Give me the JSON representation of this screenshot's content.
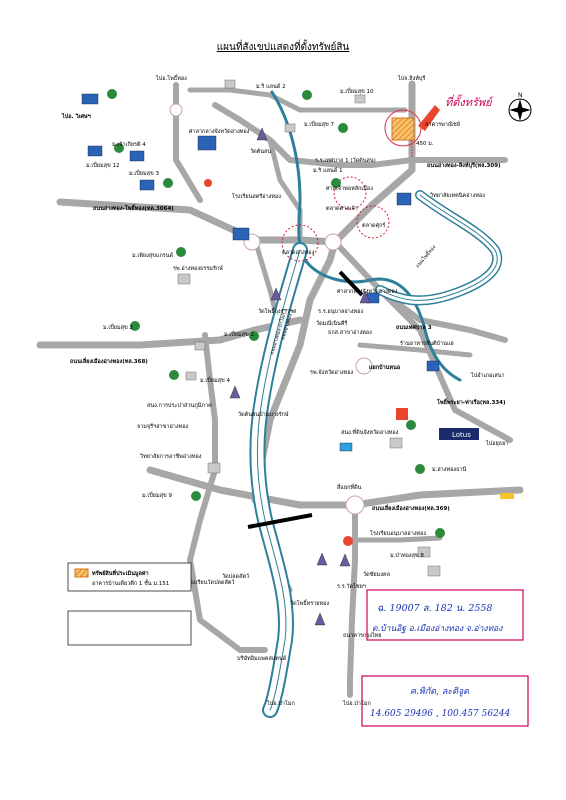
{
  "title": "แผนที่สังเขปแสดงที่ตั้งทรัพย์สิน",
  "subject_marker": {
    "label": "ที่ตั้งทรัพย์",
    "distance": "450 ม.",
    "note": "ธาคารพาณิชย์"
  },
  "roads": {
    "to_tha_chang_sing_buri": "ถนนอ่างทอง-สิงห์บุรี(ทล.309)",
    "to_pho_thong": "ถนนอ่างทอง-โพธิ์ทอง(ทล.3064)",
    "bypass_west": "ถนนเลี่ยงเมืองอ่างทอง(ทล.368)",
    "bypass_south": "ถนนเลี่ยงเมืองอ่างทอง(ทล.369)",
    "ring_3": "ถนนเทศบาล 3",
    "pa_mok": "โพธิ์พระยา-ท่าเรือ(ทล.334)",
    "yellow_road_1": "ถนนอ่างทอง-ป่าโมก 1",
    "yellow_road_2": "ถนนอ่างทอง 1",
    "route_west": "ถนนโพธิ์ทอง"
  },
  "directions": {
    "pho_thong": "ไปอ.โพธิ์ทอง",
    "wiset": "ไปอ. วิเศษฯ",
    "sing_buri": "ไปจ.สิงห์บุรี",
    "sena": "ไปอำเภอเสนา",
    "pa_mok": "ไปอ.ป่าโมก",
    "ayutthaya": "ไปอยุธยา"
  },
  "places": [
    {
      "name": "ม.ริ แลนด์ 2"
    },
    {
      "name": "ม.เปี่ยมสุข 10"
    },
    {
      "name": "ศาลากลางจังหวัดอ่างทอง"
    },
    {
      "name": "วัดต้นสน"
    },
    {
      "name": "ม.เปี่ยมสุข 7"
    },
    {
      "name": "ม.เปี่ยมสุข 12"
    },
    {
      "name": "ม.เปี่ยมสุข 3"
    },
    {
      "name": "ม.เจ้าเกียรติ 4"
    },
    {
      "name": "ร.ร.เทศบาล 1 (วัดต้นสน)"
    },
    {
      "name": "ม.ริ แลนด์ 1"
    },
    {
      "name": "ศาลเจ้าพ่อหลักเมือง"
    },
    {
      "name": "ตลาดศาลเจ้า"
    },
    {
      "name": "โรงเรียนสตรีอ่างทอง"
    },
    {
      "name": "วิทยาลัยเทคนิคอ่างทอง"
    },
    {
      "name": "ตลาดศุกร์"
    },
    {
      "name": "ตลาดอ่างทอง"
    },
    {
      "name": "ม.เพียงสุขแกรนด์"
    },
    {
      "name": "รพ.อ่างทองธรรมรักษ์"
    },
    {
      "name": "วัดโพธิ์ถุงราวาส"
    },
    {
      "name": "ศาลากลางจังหวัดอ่างทอง"
    },
    {
      "name": "ร.ร.อนุบาลอ่างทอง"
    },
    {
      "name": "ธกส.สาขาอ่างทอง"
    },
    {
      "name": "ม.เปี่ยมสุข 2"
    },
    {
      "name": "ม.เปี่ยมสุข 1"
    },
    {
      "name": "วัดมณีเนินคีรี"
    },
    {
      "name": "รพ.จังหวัดอ่างทอง"
    },
    {
      "name": "แยกบ้านหนอ"
    },
    {
      "name": "ม.เปี่ยมสุข 4"
    },
    {
      "name": "สนง.การประปาส่วนภูมิภาค"
    },
    {
      "name": "วัดต้นสนบ้านบางรักษ์"
    },
    {
      "name": "จามจุรีฯสาขาอ่างทอง"
    },
    {
      "name": "ร้านอาหารสันติบ้านแฮ"
    },
    {
      "name": "วิทยาลัยการอาชีพอ่างทอง"
    },
    {
      "name": "สนง.ที่ดินจังหวัดอ่างทอง"
    },
    {
      "name": "ม.เปี่ยมสุข 9"
    },
    {
      "name": "สี่แยกที่ดิน"
    },
    {
      "name": "ม.อ่างทองธานี"
    },
    {
      "name": "โรงเรียนอนุบาลอ่างทอง"
    },
    {
      "name": "ม.ป่าทองสุข 8"
    },
    {
      "name": "โรงเรียนวัดปลดสัตว์"
    },
    {
      "name": "วัดปลดสัตว์"
    },
    {
      "name": "วัดชัยมงคล"
    },
    {
      "name": "ร.ร.วัดไชยฯ"
    },
    {
      "name": "วัดโพธิ์ทรายทอง"
    },
    {
      "name": "ธนาคารกรุงไทย"
    },
    {
      "name": "บริษัทอิมแพคสแตนด์"
    },
    {
      "name": "Lotus"
    }
  ],
  "legend": {
    "title": "ทรัพย์สินที่ประเมินมูลค่า",
    "desc": "อาคารบ้านเดี่ยวตึก 1 ชั้น ม.151"
  },
  "handwritten": {
    "line1": "ฉ. 19007  ล. 182  น. 2558",
    "line2": "ต.บ้านอิฐ  อ.เมืองอ่างทอง  จ.อ่างทอง",
    "coords_title": "ค.พิกัด, ละติจูด",
    "coords": "14.605 29496 , 100.457 56244"
  },
  "colors": {
    "road": "#a9a9a9",
    "river": "#2d7f9a",
    "subject": "#e8452c",
    "hatch": "#f08a2c",
    "handwriting": "#1a33b3",
    "handwriting_red": "#d0005a"
  }
}
